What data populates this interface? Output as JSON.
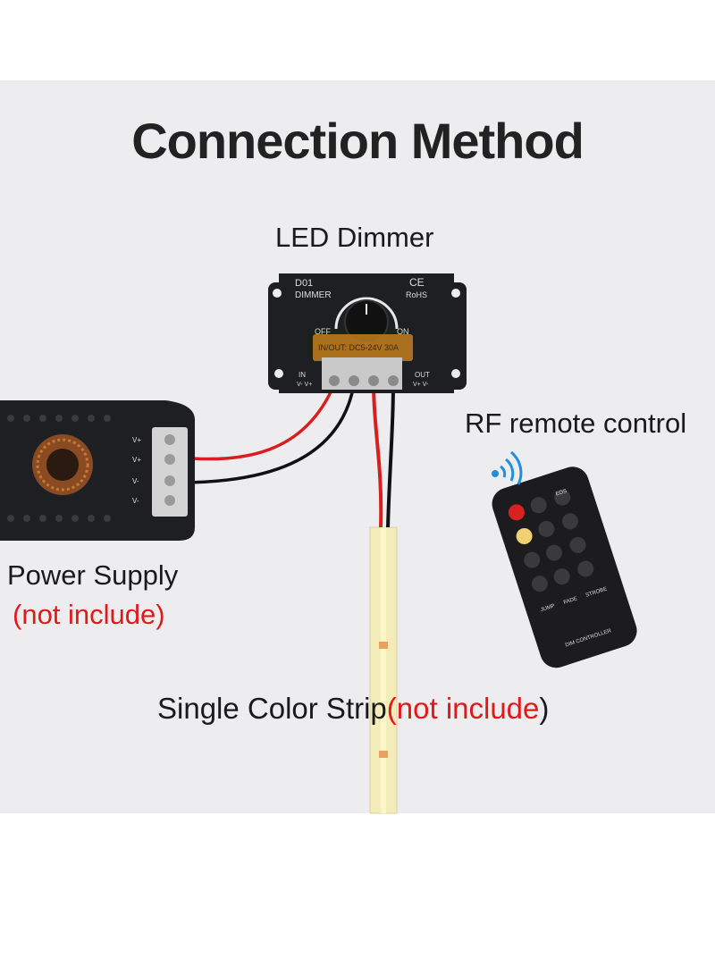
{
  "title": "Connection Method",
  "labels": {
    "led_dimmer": "LED Dimmer",
    "rf_remote": "RF remote control",
    "power_supply": "Power Supply",
    "power_supply_note": "(not include)",
    "strip_prefix": "Single Color Strip",
    "strip_note": "(not include",
    "strip_suffix": ")"
  },
  "dimmer": {
    "model": "D01",
    "type": "DIMMER",
    "cert_ce": "CE",
    "cert_rohs": "RoHS",
    "off": "OFF",
    "on": "ON",
    "rating": "IN/OUT: DC5-24V 30A",
    "in_label": "IN",
    "in_pins": "V- V+",
    "out_label": "OUT",
    "out_pins": "V+ V-"
  },
  "remote": {
    "name": "DIM CONTROLLER",
    "buttons": [
      "EOS",
      "JUMP",
      "FADE",
      "STROBE"
    ]
  },
  "power_supply": {
    "pins": [
      "V+",
      "V+",
      "V-",
      "V-"
    ]
  },
  "colors": {
    "panel": "#ededef",
    "device": "#1e1f22",
    "wire_red": "#d81e1e",
    "wire_black": "#111111",
    "strip": "#f3ecb8",
    "accent_red": "#e01a1a",
    "signal_blue": "#1e8fe0"
  }
}
